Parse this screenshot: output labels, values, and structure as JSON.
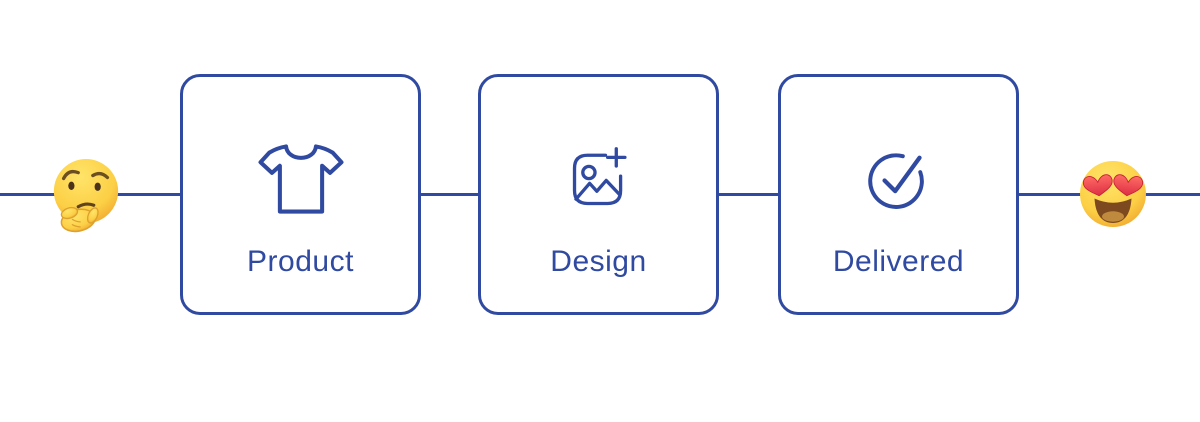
{
  "diagram": {
    "background_color": "#ffffff",
    "accent_color": "#2f4aa0",
    "steps": [
      {
        "label": "Product",
        "icon": "tshirt-icon"
      },
      {
        "label": "Design",
        "icon": "image-plus-icon"
      },
      {
        "label": "Delivered",
        "icon": "check-circle-icon"
      }
    ],
    "start_emoji": {
      "name": "thinking-face-emoji",
      "char": "🤔"
    },
    "end_emoji": {
      "name": "heart-eyes-emoji",
      "char": "😍"
    }
  }
}
